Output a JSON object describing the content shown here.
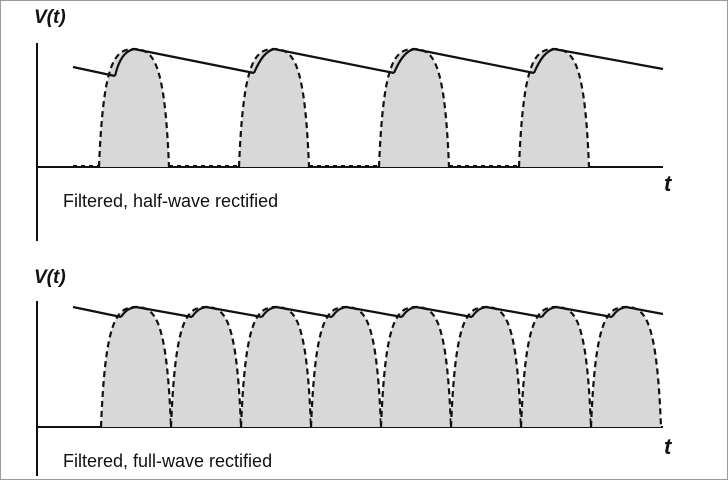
{
  "panels": [
    {
      "y_label": "V(t)",
      "x_label": "t",
      "caption": "Filtered, half-wave rectified",
      "pulses": 4
    },
    {
      "y_label": "V(t)",
      "x_label": "t",
      "caption": "Filtered, full-wave rectified",
      "pulses": 8
    }
  ],
  "colors": {
    "pulse_fill": "#d8d8d8",
    "stroke": "#111111",
    "border": "#9a9a9a"
  }
}
